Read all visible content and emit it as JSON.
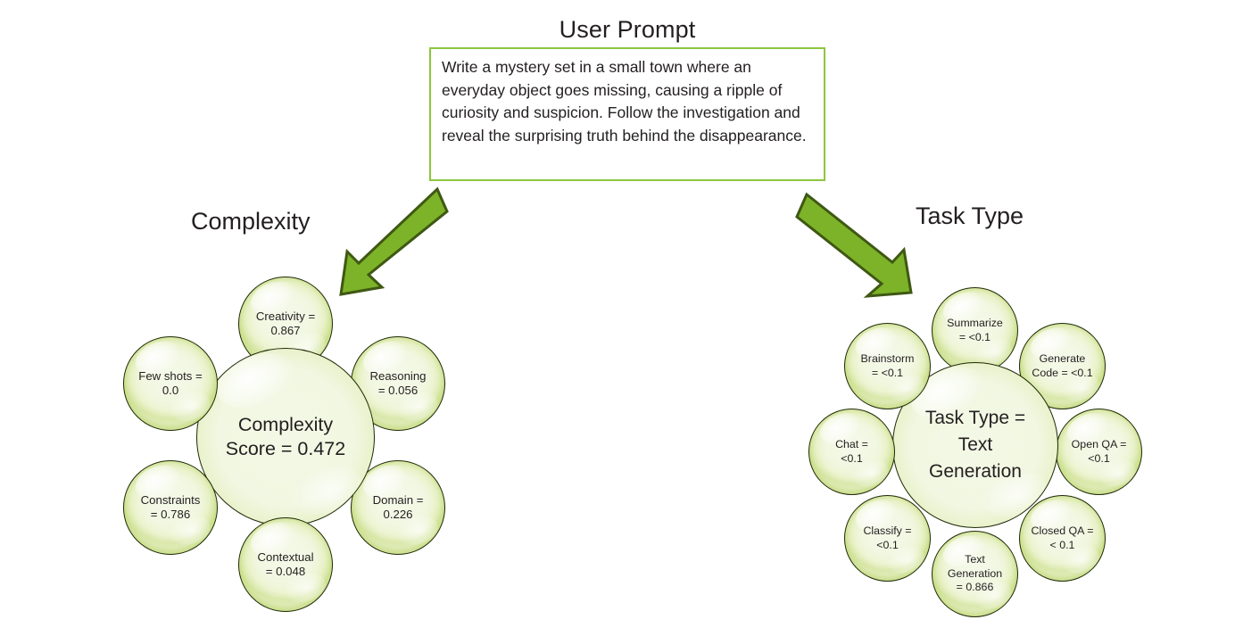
{
  "prompt": {
    "title": "User Prompt",
    "text": "Write a mystery set in a small town where an everyday object goes missing, causing a ripple of curiosity and suspicion. Follow the investigation and reveal the surprising truth behind the disappearance."
  },
  "colors": {
    "arrow_fill": "#7cb328",
    "arrow_stroke": "#3f5813",
    "box_border": "#8cc63e",
    "bubble_rim": "#93b93c",
    "bubble_fill": "#f2f7e2",
    "text": "#231f20"
  },
  "clusters": [
    {
      "title": "Complexity",
      "center": {
        "line1": "Complexity",
        "line2": "Score = 0.472",
        "metric": "Complexity Score",
        "value": 0.472
      },
      "nodes": [
        {
          "name": "Creativity",
          "line1": "Creativity =",
          "line2": "0.867",
          "value": 0.867
        },
        {
          "name": "Reasoning",
          "line1": "Reasoning",
          "line2": "= 0.056",
          "value": 0.056
        },
        {
          "name": "Domain",
          "line1": "Domain =",
          "line2": "0.226",
          "value": 0.226
        },
        {
          "name": "Contextual",
          "line1": "Contextual",
          "line2": "= 0.048",
          "value": 0.048
        },
        {
          "name": "Constraints",
          "line1": "Constraints",
          "line2": "= 0.786",
          "value": 0.786
        },
        {
          "name": "Few shots",
          "line1": "Few shots =",
          "line2": "0.0",
          "value": 0.0
        }
      ]
    },
    {
      "title": "Task Type",
      "center": {
        "line1": "Task Type =",
        "line2": "Text",
        "line3": "Generation",
        "metric": "Task Type",
        "value": "Text Generation"
      },
      "nodes": [
        {
          "name": "Summarize",
          "line1": "Summarize",
          "line2": "= <0.1",
          "value": "<0.1"
        },
        {
          "name": "Generate Code",
          "line1": "Generate",
          "line2": "Code = <0.1",
          "value": "<0.1"
        },
        {
          "name": "Open QA",
          "line1": "Open QA =",
          "line2": "<0.1",
          "value": "<0.1"
        },
        {
          "name": "Closed QA",
          "line1": "Closed QA =",
          "line2": "< 0.1",
          "value": "<0.1"
        },
        {
          "name": "Text Generation",
          "line1": "Text",
          "line2": "Generation",
          "line3": "= 0.866",
          "value": 0.866
        },
        {
          "name": "Classify",
          "line1": "Classify =",
          "line2": "<0.1",
          "value": "<0.1"
        },
        {
          "name": "Chat",
          "line1": "Chat =",
          "line2": "<0.1",
          "value": "<0.1"
        },
        {
          "name": "Brainstorm",
          "line1": "Brainstorm",
          "line2": "= <0.1",
          "value": "<0.1"
        }
      ]
    }
  ],
  "arrows": [
    {
      "name": "arrow-to-complexity",
      "direction": "down-left"
    },
    {
      "name": "arrow-to-tasktype",
      "direction": "down-right"
    }
  ],
  "chart_data": {
    "type": "bubble-diagram",
    "title": "Prompt analysis: Complexity and Task Type scores",
    "panels": [
      {
        "title": "Complexity",
        "center_label": "Complexity Score",
        "center_value": 0.472,
        "categories": [
          "Creativity",
          "Reasoning",
          "Domain",
          "Contextual",
          "Constraints",
          "Few shots"
        ],
        "values": [
          0.867,
          0.056,
          0.226,
          0.048,
          0.786,
          0.0
        ]
      },
      {
        "title": "Task Type",
        "center_label": "Task Type",
        "center_value": "Text Generation",
        "categories": [
          "Summarize",
          "Generate Code",
          "Open QA",
          "Closed QA",
          "Text Generation",
          "Classify",
          "Chat",
          "Brainstorm"
        ],
        "values": [
          "<0.1",
          "<0.1",
          "<0.1",
          "<0.1",
          0.866,
          "<0.1",
          "<0.1",
          "<0.1"
        ]
      }
    ]
  }
}
